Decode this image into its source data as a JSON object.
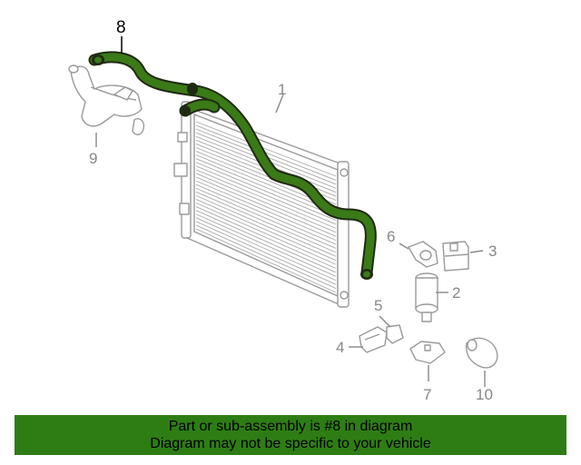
{
  "callouts": {
    "c1": "1",
    "c2": "2",
    "c3": "3",
    "c4": "4",
    "c5": "5",
    "c6": "6",
    "c7": "7",
    "c8": "8",
    "c9": "9",
    "c10": "10"
  },
  "highlight_part": "8",
  "colors": {
    "highlight_hose": "#2e7d14",
    "banner_bg": "#2e7d14",
    "line_art": "#9a9a9a"
  },
  "banner": {
    "line1": "Part or sub-assembly is #8 in diagram",
    "line2": "Diagram may not be specific to your vehicle"
  }
}
